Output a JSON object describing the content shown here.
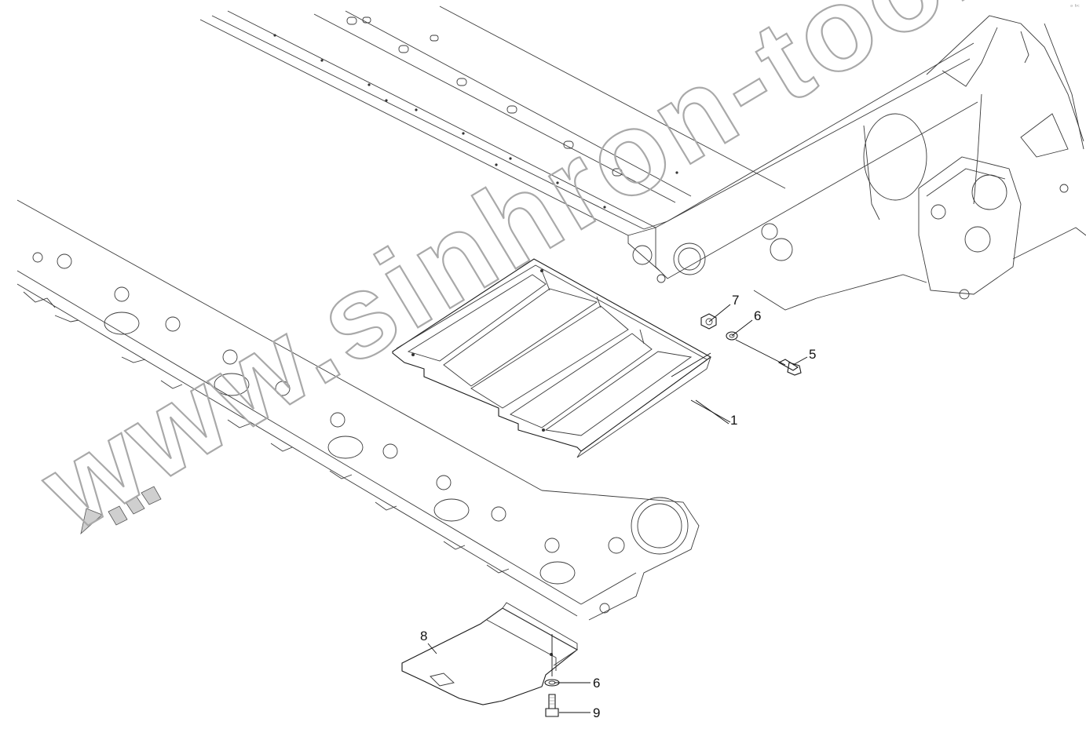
{
  "diagram": {
    "watermark": "www.sinhron-too.kz",
    "corner_mark": "ᵃ ᵇᶜ"
  },
  "callouts": [
    {
      "id": "callout-1",
      "label": "1"
    },
    {
      "id": "callout-5",
      "label": "5"
    },
    {
      "id": "callout-6-upper",
      "label": "6"
    },
    {
      "id": "callout-7",
      "label": "7"
    },
    {
      "id": "callout-8",
      "label": "8"
    },
    {
      "id": "callout-6-lower",
      "label": "6"
    },
    {
      "id": "callout-9",
      "label": "9"
    }
  ]
}
